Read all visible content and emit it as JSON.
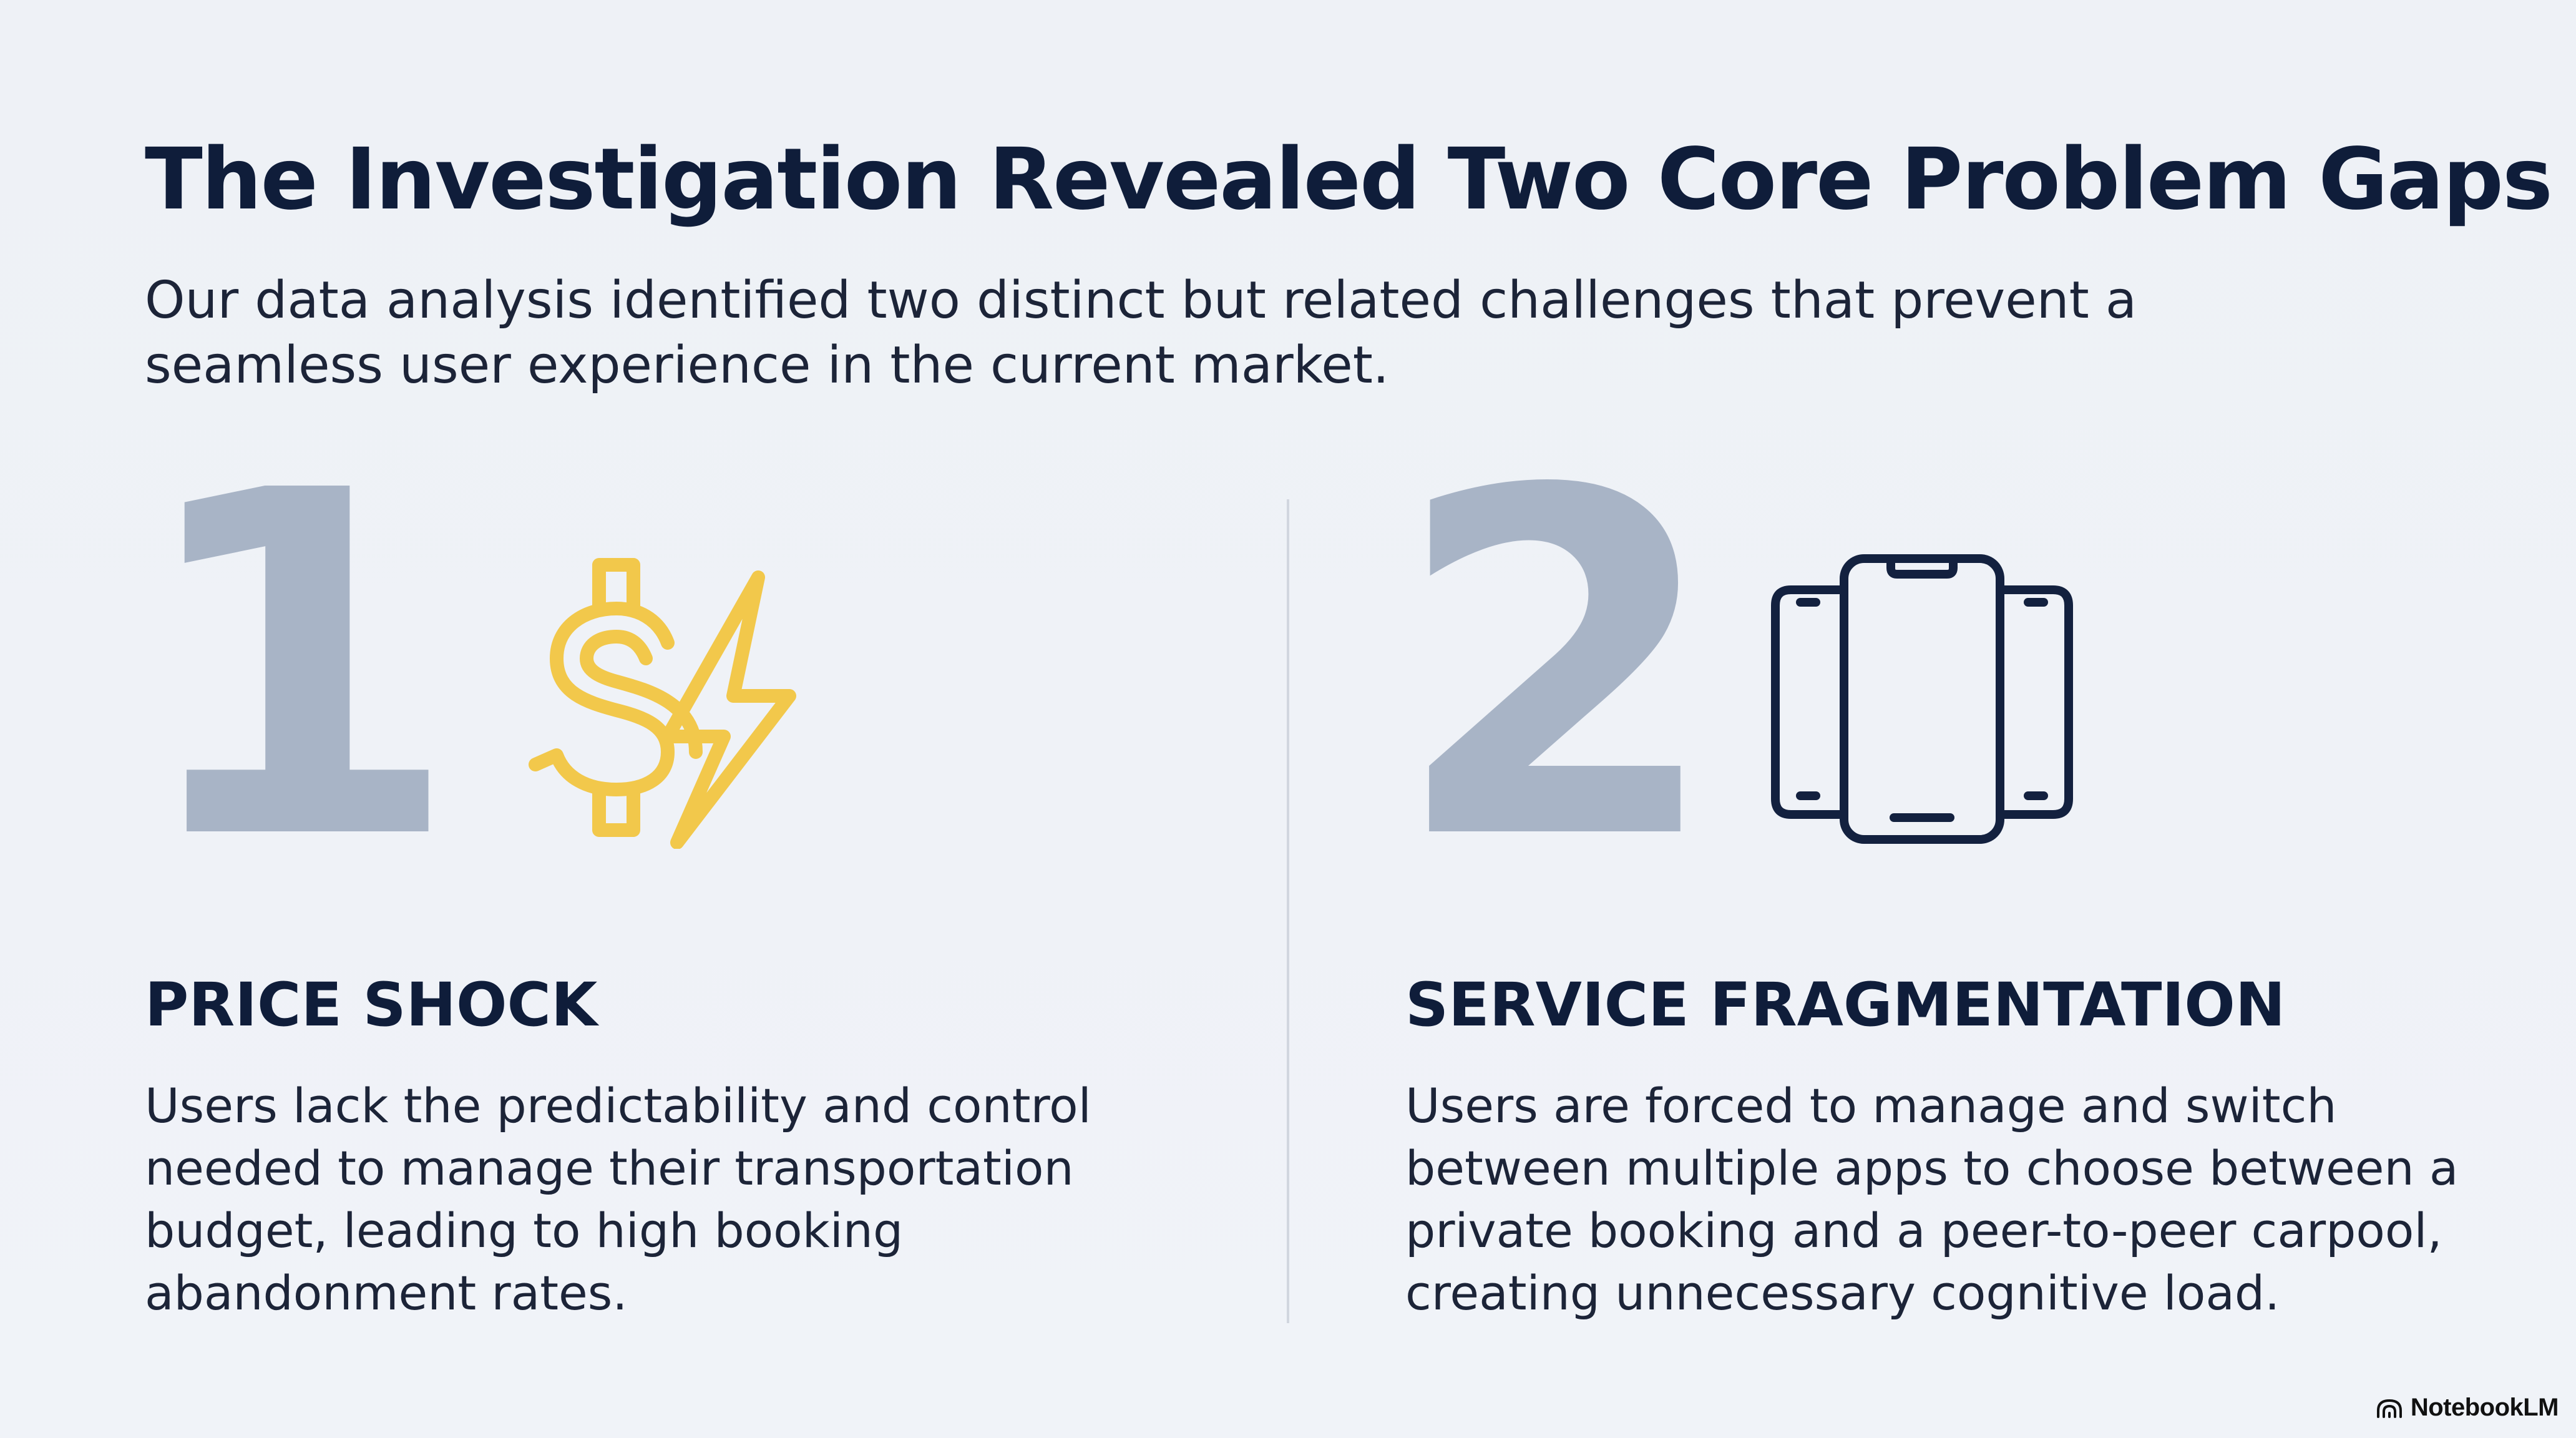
{
  "slide": {
    "title": "The Investigation Revealed Two Core Problem Gaps",
    "subtitle": "Our data analysis identified two distinct but related challenges that prevent a seamless user experience in the current market."
  },
  "columns": [
    {
      "number": "1",
      "icon": "dollar-lightning-icon",
      "heading": "PRICE SHOCK",
      "body": "Users lack the predictability and control needed to manage their transportation budget, leading to high booking abandonment rates."
    },
    {
      "number": "2",
      "icon": "multiple-phones-icon",
      "heading": "SERVICE FRAGMENTATION",
      "body": "Users are forced to manage and switch between multiple apps to choose between a private booking and a peer-to-peer carpool, creating unnecessary cognitive load."
    }
  ],
  "brand": {
    "name": "NotebookLM",
    "icon": "notebooklm-logo-icon"
  },
  "colors": {
    "title": "#0f1d3a",
    "body": "#1c2438",
    "number": "#a8b4c6",
    "accent_gold": "#f2c84b",
    "icon_navy": "#13213f",
    "divider": "#d1d6df",
    "background": "#eef1f6"
  }
}
